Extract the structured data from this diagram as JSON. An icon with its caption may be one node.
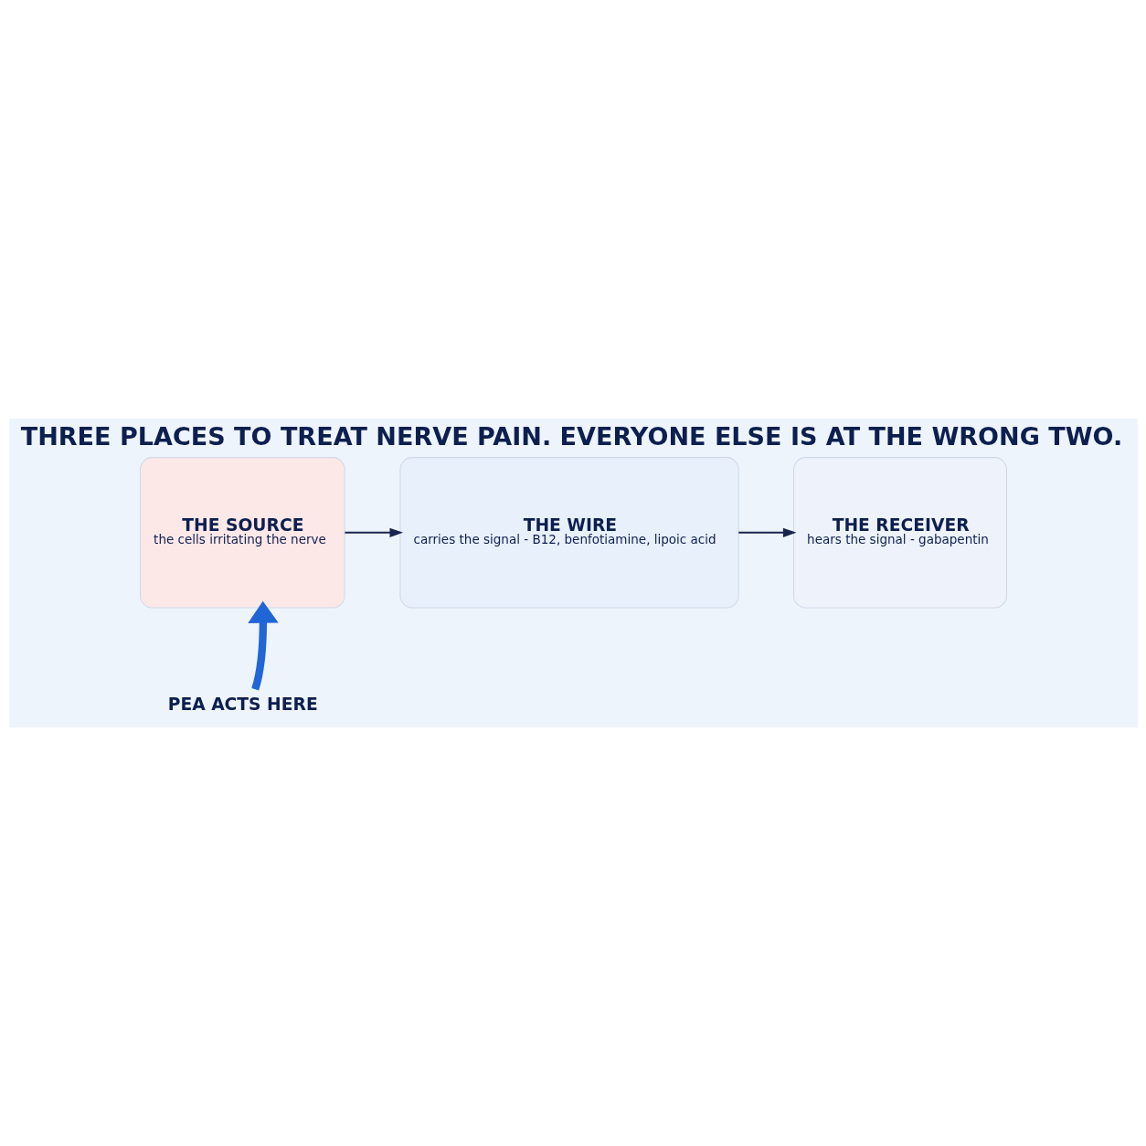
{
  "diagram": {
    "title": "THREE PLACES TO TREAT NERVE PAIN. EVERYONE ELSE IS AT THE WRONG TWO.",
    "nodes": [
      {
        "text": [
          "THE SOURCE",
          "the cells irritating the nerve"
        ]
      },
      {
        "text": [
          "THE WIRE",
          "carries the signal - B12, benfotiamine, lipoic acid"
        ]
      },
      {
        "text": [
          "THE RECEIVER",
          "hears the signal - gabapentin"
        ]
      },
      {
        "text": [
          "PEA ACTS HERE"
        ]
      }
    ],
    "edges": [
      {
        "from": 0,
        "to": 1,
        "arrow": "to"
      },
      {
        "from": 1,
        "to": 2,
        "arrow": "to"
      },
      {
        "from": 3,
        "to": 0,
        "arrow": "to",
        "style": "thick",
        "color": "#2166d6"
      }
    ]
  }
}
